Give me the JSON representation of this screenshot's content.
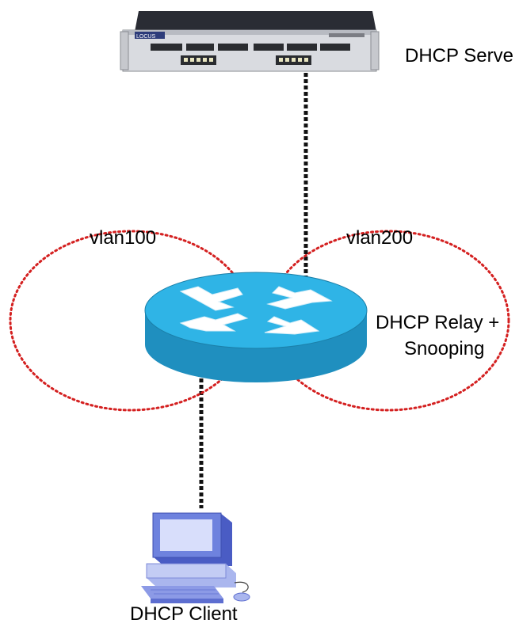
{
  "labels": {
    "dhcp_server": "DHCP Serve",
    "vlan100": "vlan100",
    "vlan200": "vlan200",
    "relay_line1": "DHCP Relay +",
    "relay_line2": "Snooping",
    "dhcp_client": "DHCP Client"
  },
  "server_brand": "LOCUS",
  "icons": {
    "server": "rack-server-icon",
    "router": "router-icon",
    "client": "desktop-computer-icon"
  },
  "colors": {
    "vlan_ellipse": "#d42020",
    "link": "#111111",
    "router_top": "#2fb4e6",
    "router_side": "#1f8fbf",
    "client_screen": "#5a6fd6",
    "client_body": "#aab6ee"
  }
}
